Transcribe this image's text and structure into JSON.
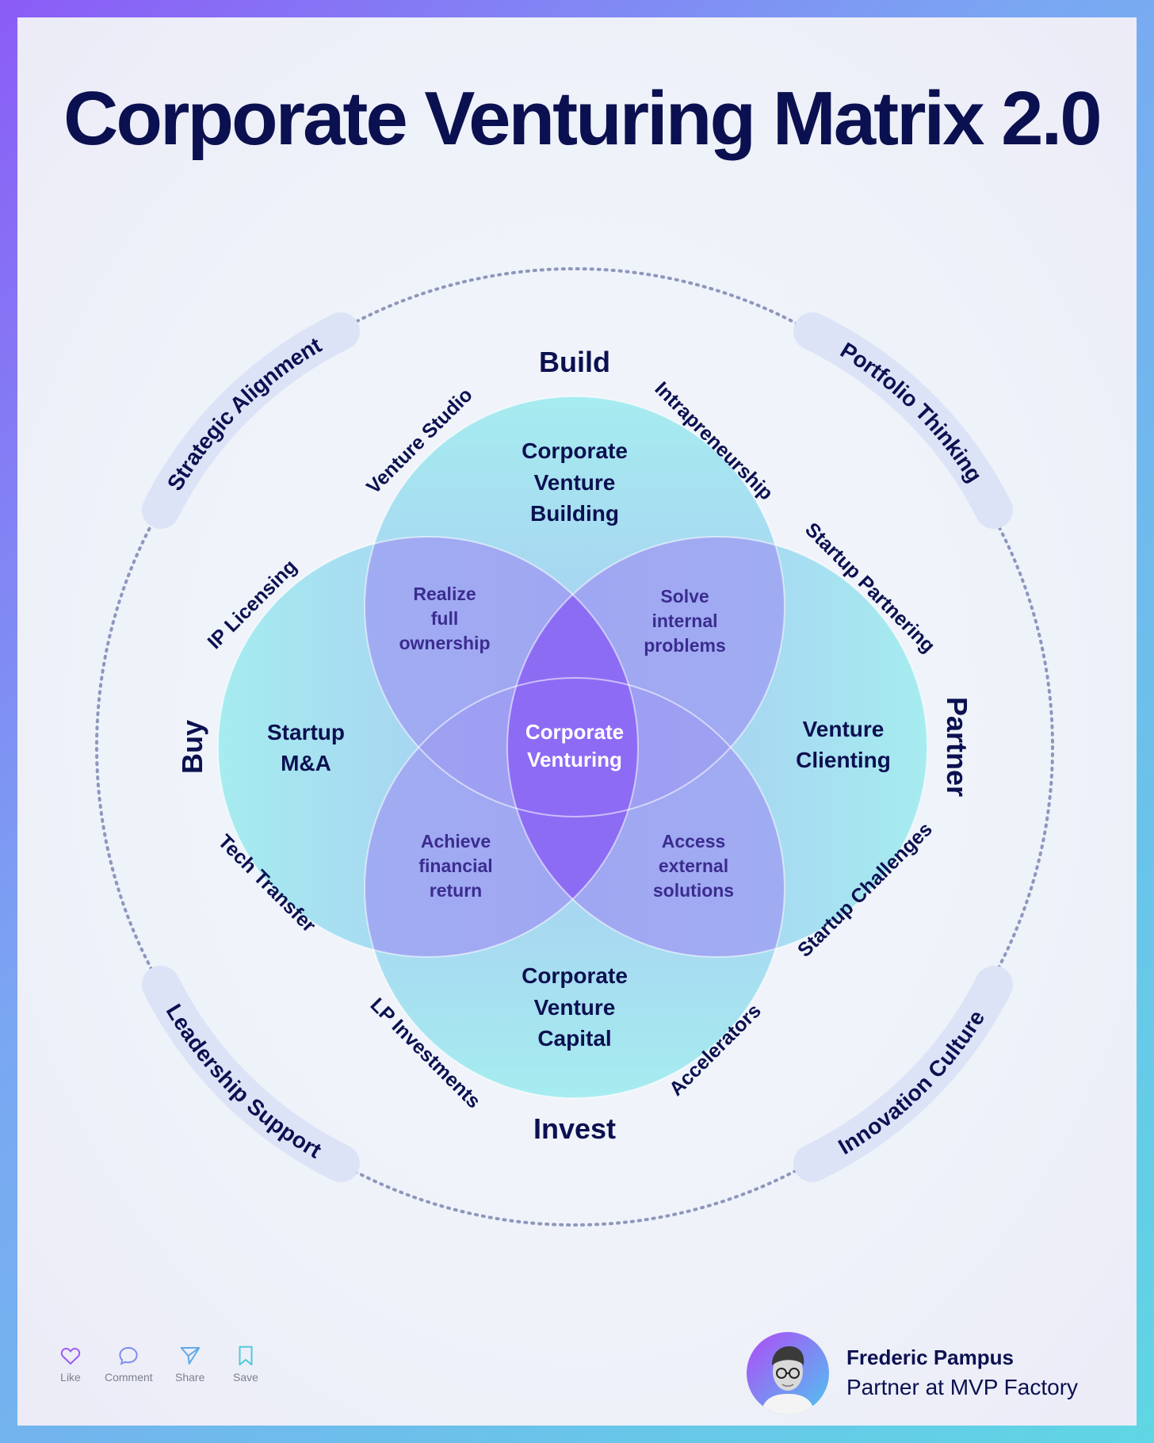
{
  "title": "Corporate Venturing Matrix 2.0",
  "quadrants": {
    "build": "Build",
    "buy": "Buy",
    "partner": "Partner",
    "invest": "Invest"
  },
  "circles": {
    "build": [
      "Corporate",
      "Venture",
      "Building"
    ],
    "buy": [
      "Startup",
      "M&A"
    ],
    "partner": [
      "Venture",
      "Clienting"
    ],
    "invest": [
      "Corporate",
      "Venture",
      "Capital"
    ]
  },
  "overlaps": {
    "build_buy": [
      "Realize",
      "full",
      "ownership"
    ],
    "build_partner": [
      "Solve",
      "internal",
      "problems"
    ],
    "buy_invest": [
      "Achieve",
      "financial",
      "return"
    ],
    "partner_invest": [
      "Access",
      "external",
      "solutions"
    ]
  },
  "center": [
    "Corporate",
    "Venturing"
  ],
  "tactics": {
    "venture_studio": "Venture Studio",
    "intrapreneurship": "Intrapreneurship",
    "ip_licensing": "IP Licensing",
    "startup_partnering": "Startup Partnering",
    "tech_transfer": "Tech Transfer",
    "startup_challenges": "Startup Challenges",
    "lp_investments": "LP Investments",
    "accelerators": "Accelerators"
  },
  "enablers": {
    "strategic_alignment": "Strategic Alignment",
    "portfolio_thinking": "Portfolio Thinking",
    "leadership_support": "Leadership Support",
    "innovation_culture": "Innovation Culture"
  },
  "colors": {
    "navy": "#0b1050",
    "overlap_text": "#3b2c8f",
    "circle_cyan": "#9ee8ee",
    "circle_blue": "#a9c4f0",
    "center_purple": "#8a63f5",
    "pill": "#dde3f7"
  },
  "social": {
    "like": "Like",
    "comment": "Comment",
    "share": "Share",
    "save": "Save"
  },
  "icons": {
    "like": "heart-icon",
    "comment": "comment-icon",
    "share": "share-icon",
    "save": "bookmark-icon"
  },
  "author": {
    "name": "Frederic Pampus",
    "role": "Partner at MVP Factory"
  }
}
